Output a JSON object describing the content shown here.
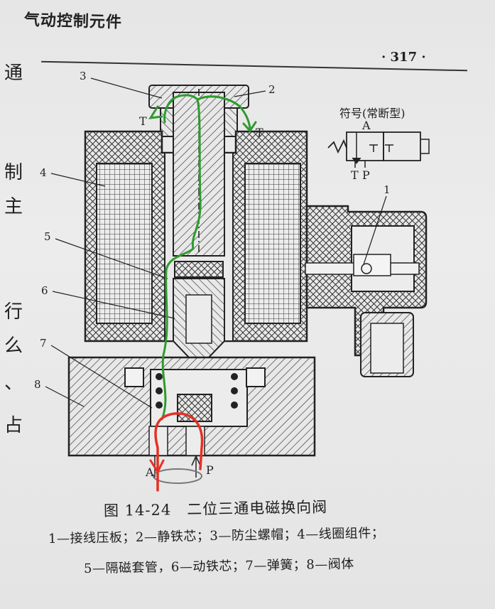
{
  "header": {
    "running_head": "气动控制元件",
    "page_number": "· 317 ·"
  },
  "margin_text": [
    "通",
    "制",
    "主",
    "行",
    "么",
    "、",
    "占"
  ],
  "figure": {
    "symbol_title": "符号(常断型)",
    "symbol_port_A": "A",
    "symbol_port_T": "T",
    "symbol_port_P": "P",
    "part_labels": [
      "1",
      "2",
      "3",
      "4",
      "5",
      "6",
      "7",
      "8"
    ],
    "port_labels": {
      "T_left": "T",
      "T_right": "T",
      "A": "A",
      "P": "P"
    },
    "annotation_colors": {
      "flow_green": "#2e9b2e",
      "flow_red": "#e53024"
    }
  },
  "caption": {
    "title": "图 14-24　二位三通电磁换向阀",
    "legend_line1": "1—接线压板；2—静铁芯；3—防尘螺帽；4—线圈组件；",
    "legend_line2": "5—隔磁套管，6—动铁芯；7—弹簧；8—阀体"
  }
}
